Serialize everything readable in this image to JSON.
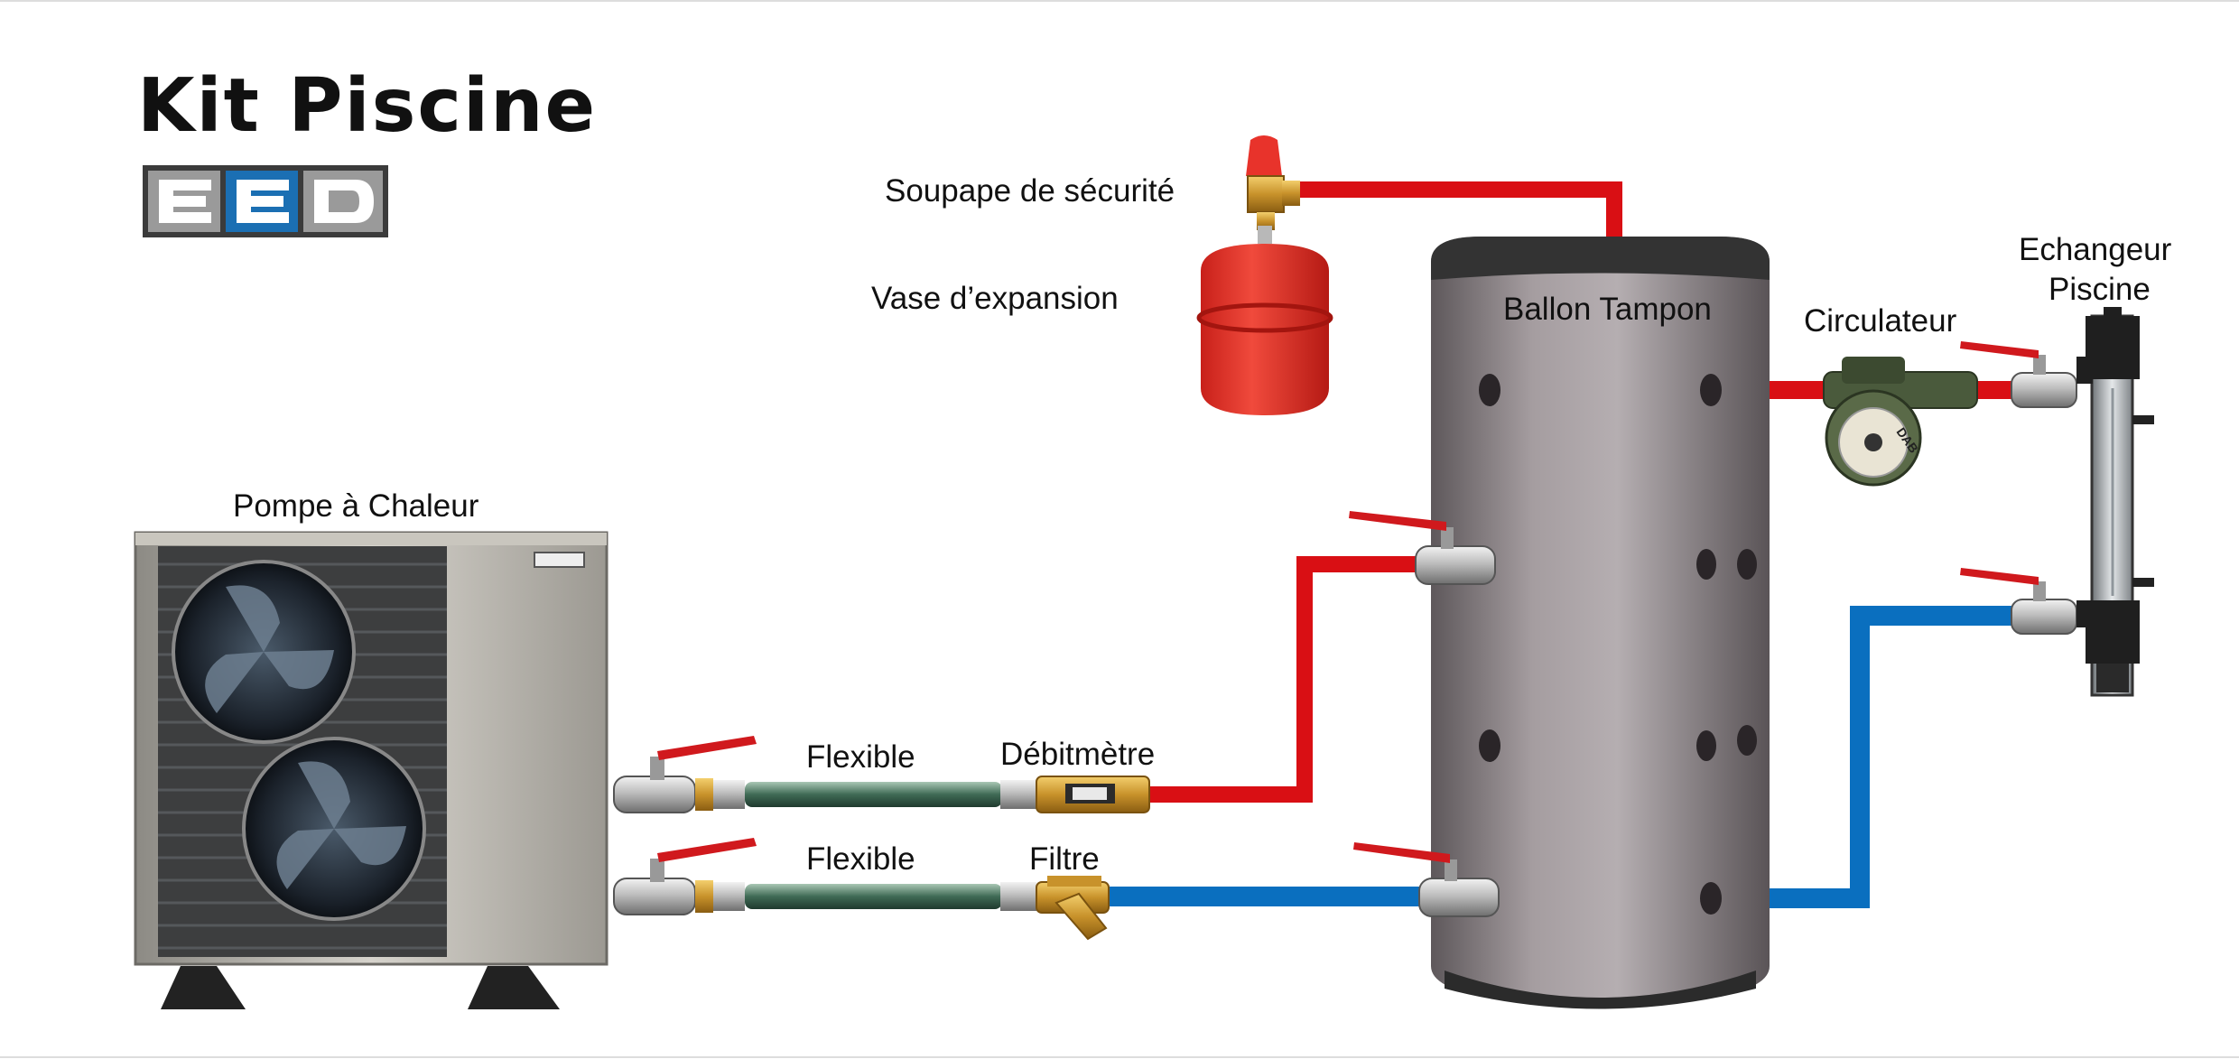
{
  "header": {
    "title": "Kit Piscine",
    "logo_text": "EED"
  },
  "labels": {
    "heat_pump": "Pompe à Chaleur",
    "safety_valve": "Soupape de sécurité",
    "expansion_vessel": "Vase d’expansion",
    "buffer_tank": "Ballon Tampon",
    "circulator": "Circulateur",
    "exchanger_line1": "Echangeur",
    "exchanger_line2": "Piscine",
    "hose_top": "Flexible",
    "hose_bottom": "Flexible",
    "flowmeter": "Débitmètre",
    "filter": "Filtre",
    "pump_brand": "DAB"
  },
  "colors": {
    "hot_pipe": "#d90f14",
    "cold_pipe": "#0a6fbf",
    "valve_handle": "#d0191d",
    "tank": "#8e8689",
    "expansion_vessel": "#e8332b"
  }
}
